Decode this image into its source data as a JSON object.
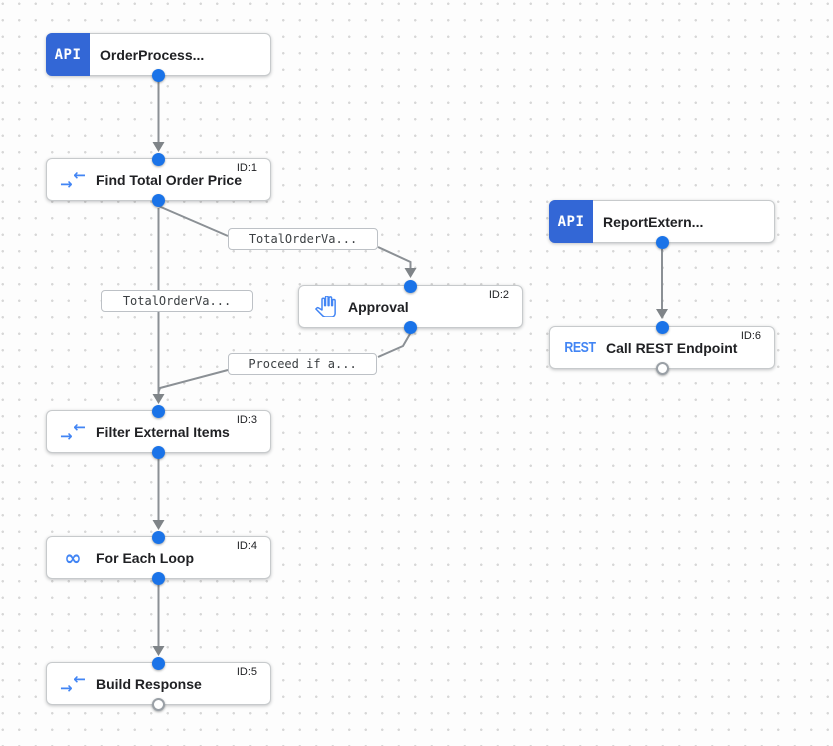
{
  "canvas": {
    "background_color": "#fdfdfd",
    "grid_dot_color": "#d7d7d7"
  },
  "colors": {
    "trigger_blue": "#3367d6",
    "port_blue": "#1a73e8",
    "icon_blue": "#4285f4",
    "edge_gray": "#8b9095"
  },
  "icons": {
    "arrow_right": "→",
    "arrow_left": "←",
    "infinity": "∞"
  },
  "nodes": {
    "order_trigger": {
      "icon_text": "API",
      "label": "OrderProcess..."
    },
    "find_total": {
      "label": "Find Total Order Price",
      "id_badge": "ID:1"
    },
    "approval": {
      "label": "Approval",
      "id_badge": "ID:2"
    },
    "filter_items": {
      "label": "Filter External Items",
      "id_badge": "ID:3"
    },
    "for_each": {
      "label": "For Each Loop",
      "id_badge": "ID:4"
    },
    "build_response": {
      "label": "Build Response",
      "id_badge": "ID:5"
    },
    "report_trigger": {
      "icon_text": "API",
      "label": "ReportExtern..."
    },
    "call_rest": {
      "icon_text": "REST",
      "label": "Call REST Endpoint",
      "id_badge": "ID:6"
    }
  },
  "edge_labels": {
    "to_approval": "TotalOrderVa...",
    "to_filter": "TotalOrderVa...",
    "from_approval": "Proceed if a..."
  }
}
